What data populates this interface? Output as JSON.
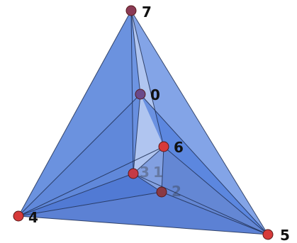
{
  "diagram": {
    "colors": {
      "face": "#3f6fd6",
      "face_light": "#7b9ce6",
      "edge": "#1f2f55",
      "vertex": "#d63a3a",
      "vertex_occluded": "#8a3a55"
    },
    "vertices": [
      {
        "id": "v7",
        "label": "7"
      },
      {
        "id": "v0",
        "label": "0"
      },
      {
        "id": "v6",
        "label": "6"
      },
      {
        "id": "v1",
        "label": "1"
      },
      {
        "id": "v2",
        "label": "2"
      },
      {
        "id": "v3",
        "label": "3"
      },
      {
        "id": "v4",
        "label": "4"
      },
      {
        "id": "v5",
        "label": "5"
      }
    ]
  }
}
